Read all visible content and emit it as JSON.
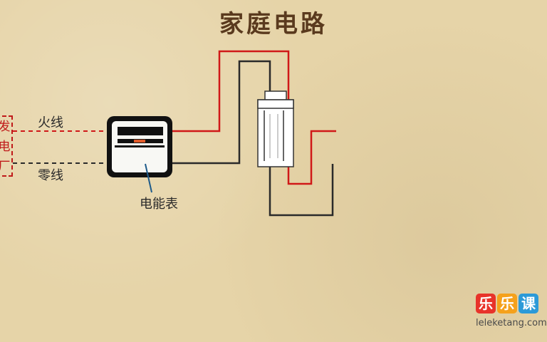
{
  "title": "家庭电路",
  "labels": {
    "live_wire": "火线",
    "neutral_wire": "零线",
    "meter": "电能表",
    "power_plant": [
      "发",
      "电",
      "厂"
    ]
  },
  "colors": {
    "live": "#d01818",
    "neutral": "#2a2a2a",
    "title": "#5a3a1e"
  },
  "logo": {
    "chars": [
      "乐",
      "乐",
      "课"
    ],
    "colors": [
      "#e8332a",
      "#f5a11b",
      "#2c9ad8"
    ],
    "url": "leleketang.com"
  }
}
